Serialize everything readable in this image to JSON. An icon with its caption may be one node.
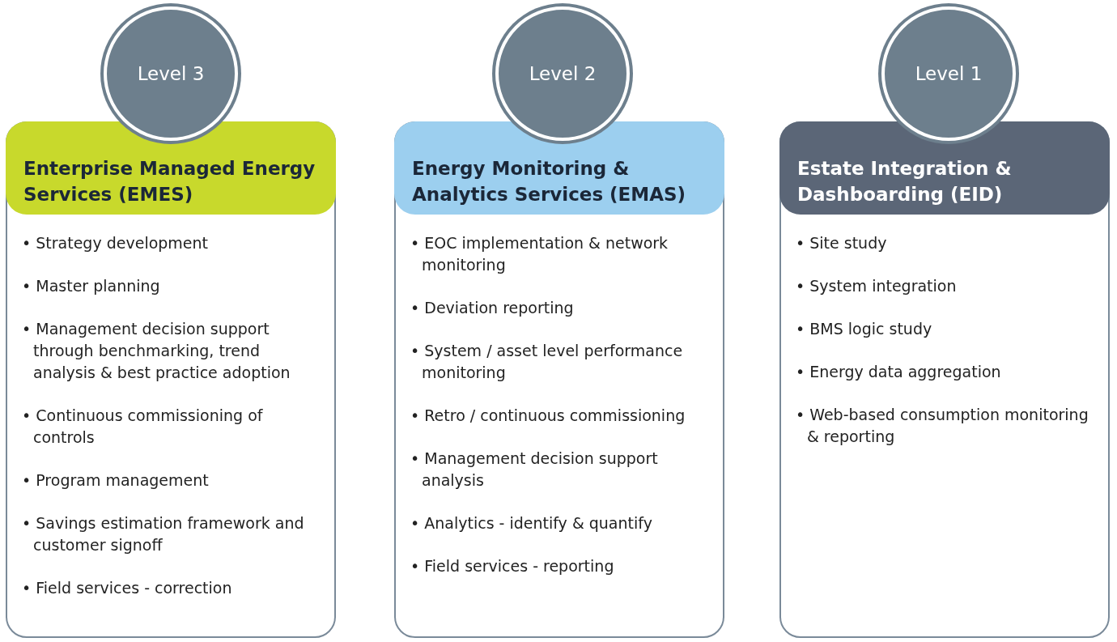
{
  "diagram": {
    "nodes": [
      {
        "text": [
          "Level 3"
        ]
      },
      {
        "text": [
          "Enterprise Managed Energy Services (EMES)",
          "• Strategy development",
          "• Master planning",
          "• Management decision support through benchmarking, trend analysis & best practice adoption",
          "• Continuous commissioning of controls",
          "• Program management",
          "• Savings estimation framework and customer signoff",
          "• Field services - correction"
        ]
      },
      {
        "text": [
          "Level 2"
        ]
      },
      {
        "text": [
          "Energy Monitoring & Analytics Services (EMAS)",
          "• EOC implementation & network monitoring",
          "• Deviation reporting",
          "• System / asset level performance monitoring",
          "• Retro / continuous commissioning",
          "• Management decision support analysis",
          "• Analytics - identify & quantify",
          "• Field services - reporting"
        ]
      },
      {
        "text": [
          "Level 1"
        ]
      },
      {
        "text": [
          "Estate Integration & Dashboarding (EID)",
          "• Site study",
          "• System integration",
          "• BMS logic study",
          "• Energy data aggregation",
          "• Web-based consumption monitoring & reporting"
        ]
      }
    ]
  }
}
